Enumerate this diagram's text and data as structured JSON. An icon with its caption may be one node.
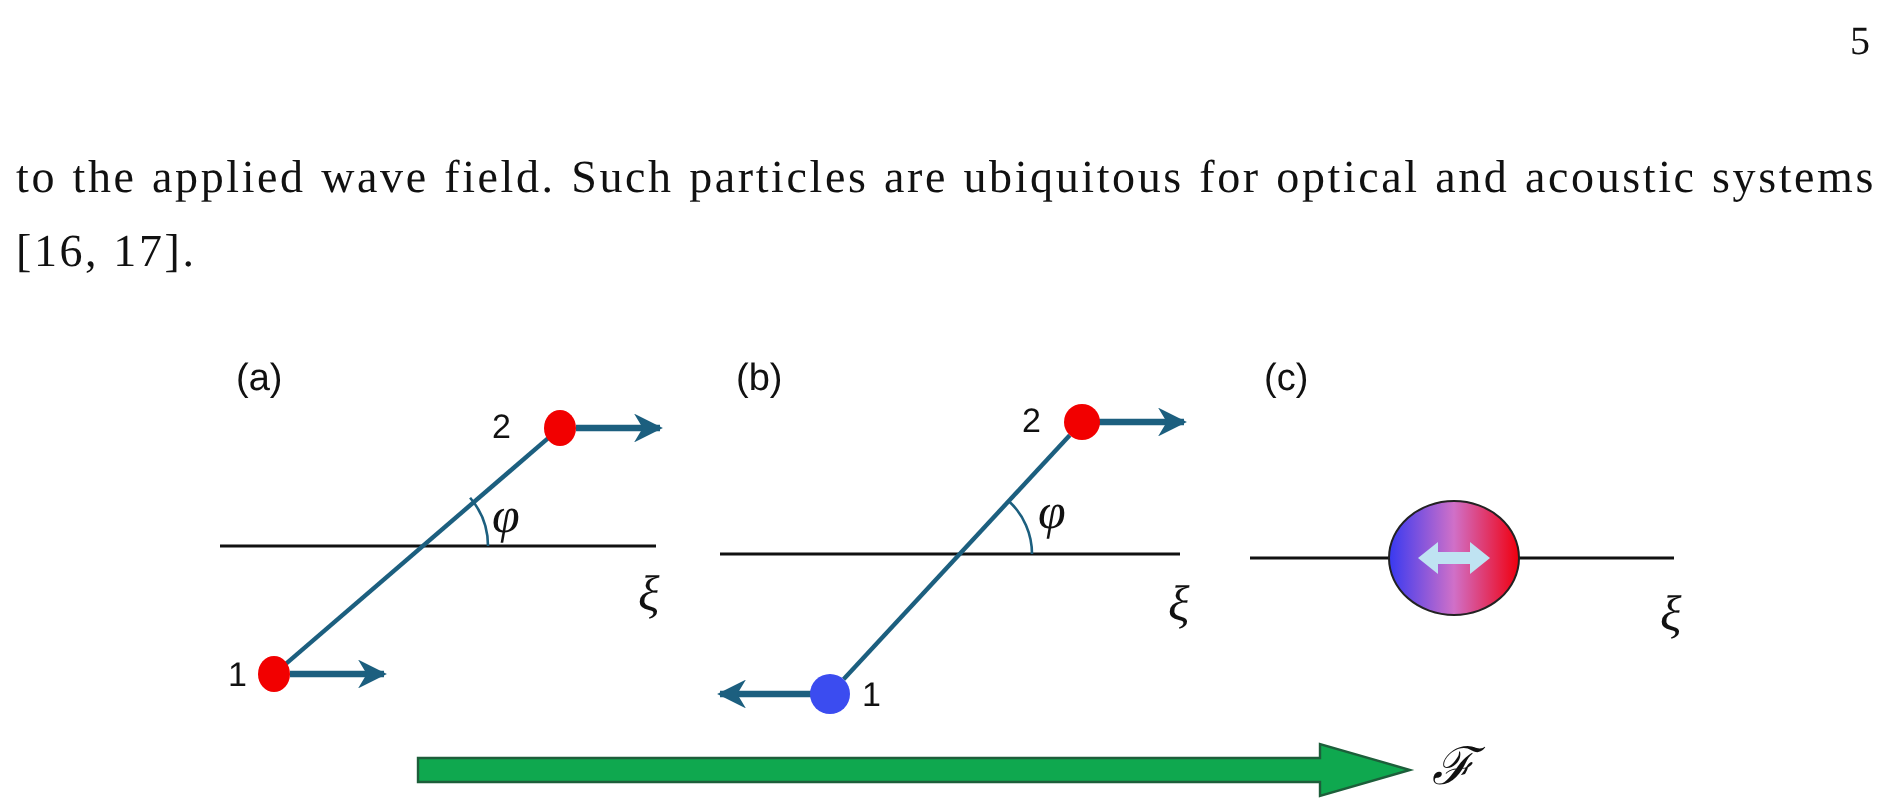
{
  "diagram": {
    "nodes": [
      {
        "text": [],
        "shape": "circle",
        "beside": [
          "1"
        ]
      },
      {
        "text": [],
        "shape": "circle",
        "beside": [
          "2"
        ]
      },
      {
        "text": [],
        "shape": "circle",
        "beside": [
          "1"
        ]
      },
      {
        "text": [],
        "shape": "circle",
        "beside": [
          "2"
        ]
      },
      {
        "text": [],
        "shape": "circle"
      }
    ],
    "edges": [
      {
        "from": 0,
        "to": 1,
        "arrow": "none"
      },
      {
        "from": 2,
        "to": 3,
        "arrow": "none"
      }
    ],
    "labels": [
      "5",
      "to the applied wave field. Such particles are ubiquitous for optical and acoustic systems [16, 17].",
      "(a)",
      "φ",
      "ξ",
      "(b)",
      "φ",
      "ξ",
      "(c)",
      "ξ",
      "ℱ"
    ]
  }
}
